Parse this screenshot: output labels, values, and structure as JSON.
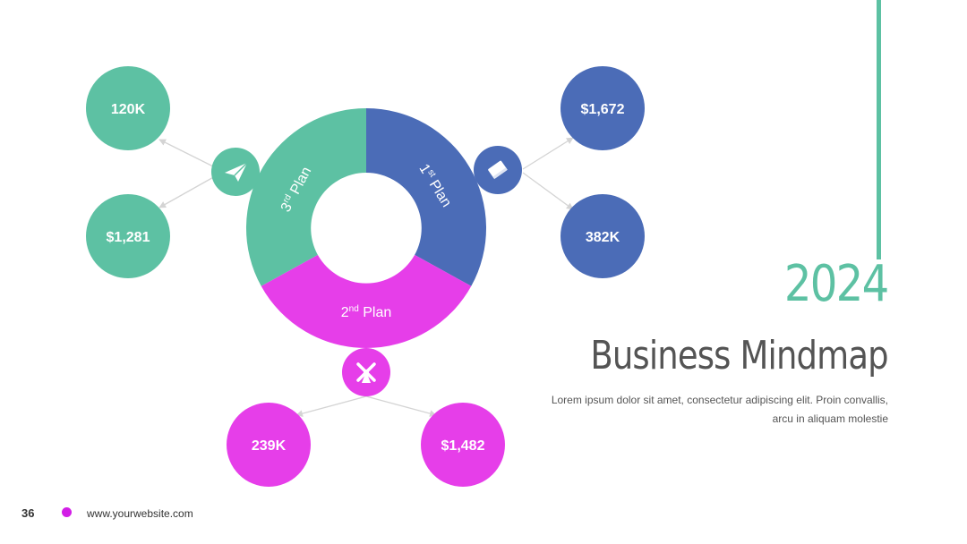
{
  "slide": {
    "year": "2024",
    "title": "Business Mindmap",
    "description": "Lorem ipsum dolor sit amet, consectetur adipiscing elit. Proin convallis, arcu in aliquam molestie",
    "page_number": "36",
    "website": "www.yourwebsite.com"
  },
  "colors": {
    "green": "#5dc1a3",
    "blue": "#4b6cb7",
    "magenta": "#e63ee9",
    "text_gray": "#545454",
    "footer_dot": "#d21ee6"
  },
  "plans": {
    "first": {
      "num": "1",
      "sup": "st",
      "word": " Plan",
      "icon": "book-icon"
    },
    "second": {
      "num": "2",
      "sup": "nd",
      "word": " Plan",
      "icon": "windmill-icon"
    },
    "third": {
      "num": "3",
      "sup": "rd",
      "word": " Plan",
      "icon": "paper-plane-icon"
    }
  },
  "nodes": {
    "third_top": "120K",
    "third_bottom": "$1,281",
    "first_top": "$1,672",
    "first_bottom": "382K",
    "second_left": "239K",
    "second_right": "$1,482"
  }
}
